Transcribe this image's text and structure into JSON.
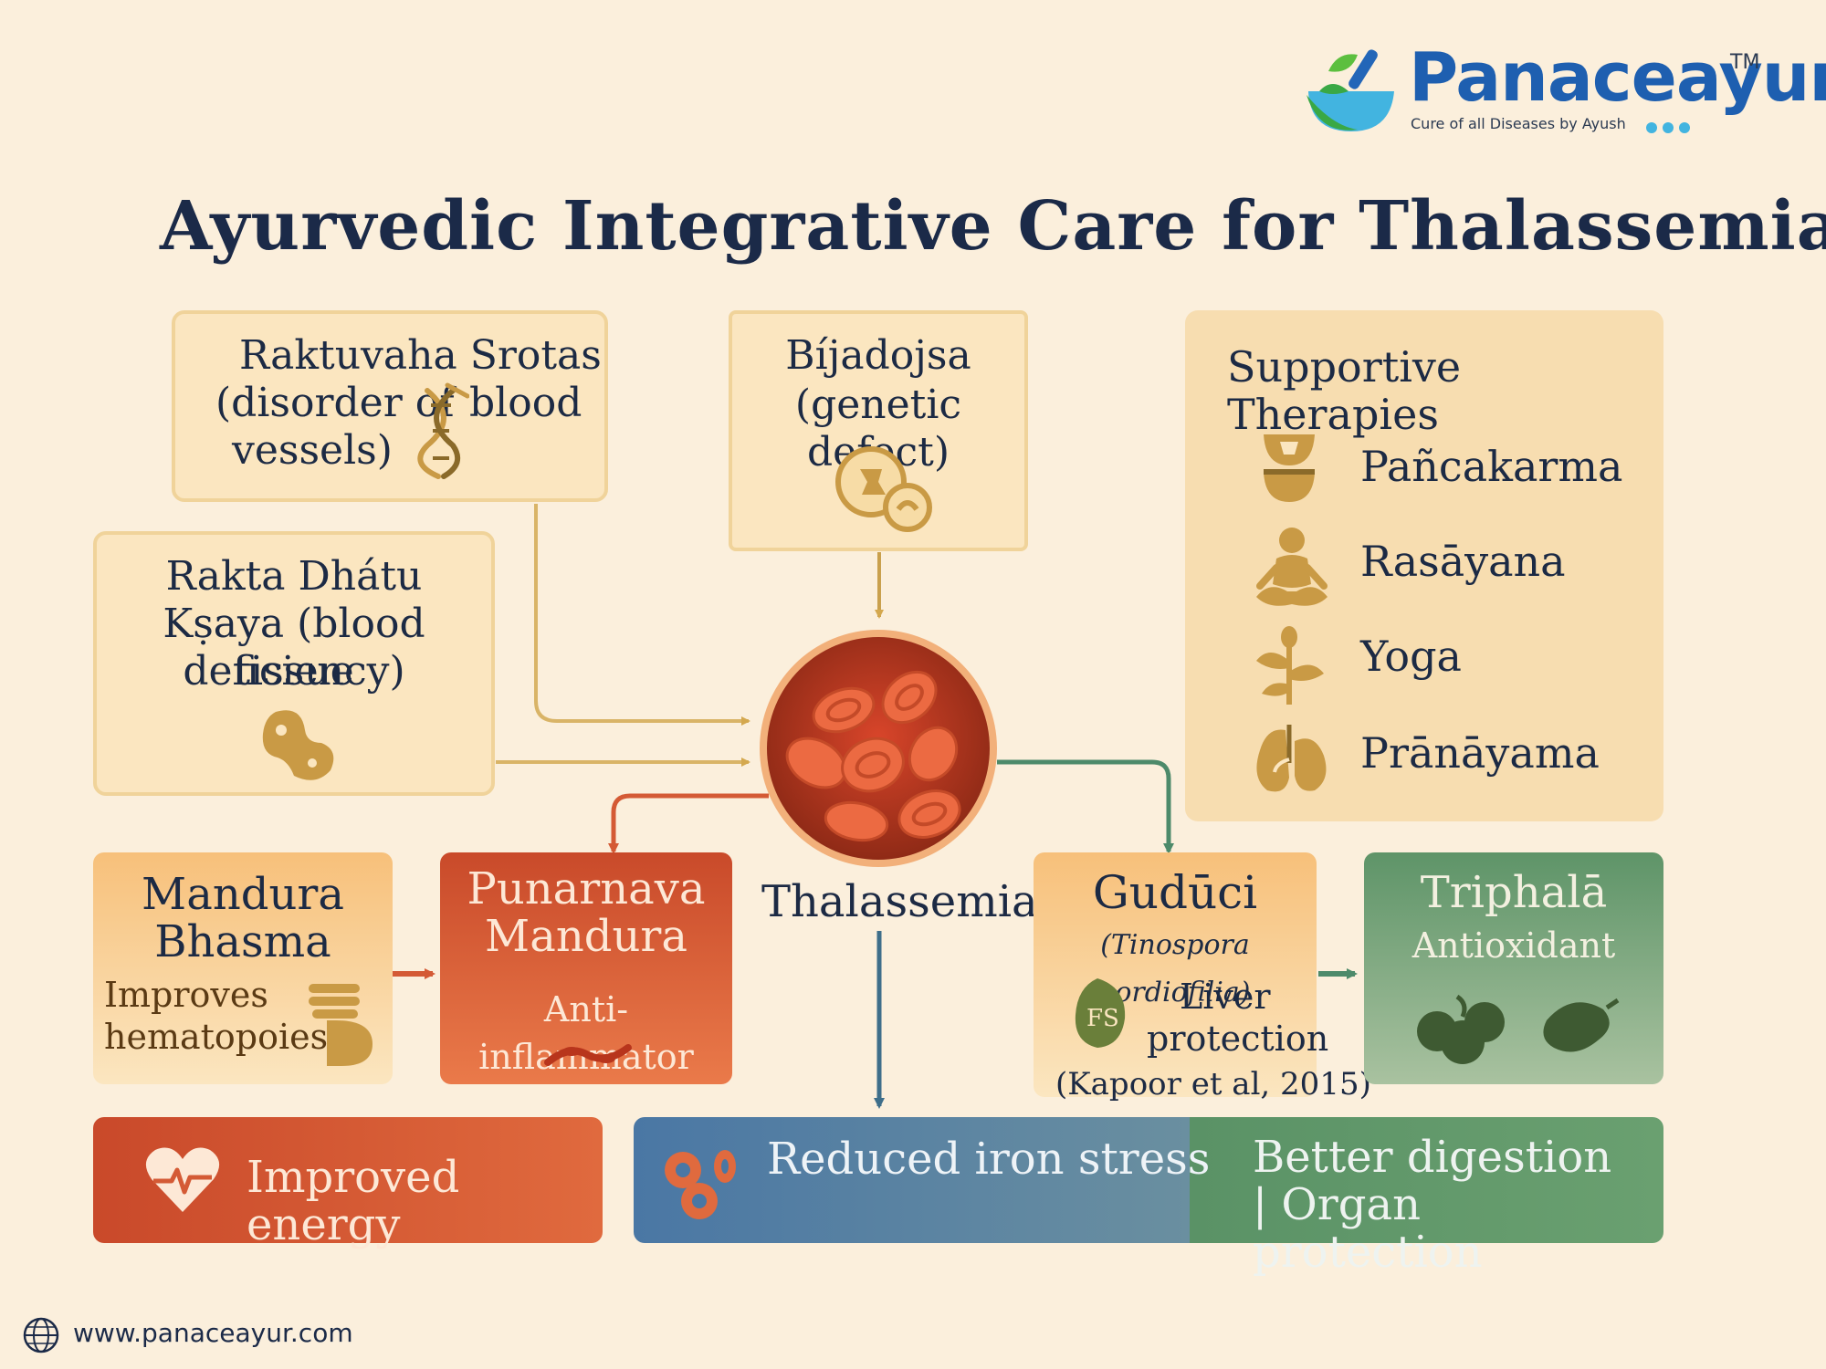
{
  "brand": {
    "name": "Panaceayur",
    "trademark": "TM",
    "tagline": "Cure of all Diseases by Ayush",
    "website": "www.panaceayur.com"
  },
  "title": "Ayurvedic Integrative Care for Thalassemia",
  "causes": {
    "raktuvaha": {
      "line1": "Raktuvaha Srotas",
      "line2a": "(disorder of",
      "line2b": "blood",
      "line3": "vessels)"
    },
    "bijadosa": {
      "line1": "Bíjadojsa",
      "line2": "(genetic defect)"
    },
    "rakta": {
      "line1": "Rakta Dhátu",
      "line2": "Kṣaya (blood tissue",
      "line3": "deficiency)"
    }
  },
  "center_label": "Thalassemia",
  "supportive": {
    "heading": "Supportive Therapies",
    "items": [
      "Pañcakarma",
      "Rasāyana",
      "Yoga",
      "Prānāyama"
    ]
  },
  "treatments": {
    "mandura": {
      "name1": "Mandura",
      "name2": "Bhasma",
      "desc1": "Improves",
      "desc2": "hematopoiesis"
    },
    "punarnava": {
      "name1": "Punarnava",
      "name2": "Mandura",
      "desc": "Anti-inflammator"
    },
    "guduci": {
      "name": "Gudūci",
      "latin": "(Tinospora cordiofilia)",
      "desc1": "Liver",
      "desc2": "protection",
      "cite": "(Kapoor et al, 2015)"
    },
    "triphala": {
      "name": "Triphalā",
      "desc": "Antioxidant"
    }
  },
  "outcomes": {
    "energy": "Improved energy",
    "iron": "Reduced iron stress",
    "digestion1": "Better digestion",
    "digestion2": "| Organ protection"
  },
  "colors": {
    "background": "#fbefdc",
    "cream_box": "#fbe6c0",
    "red": "#cf5a35",
    "blue": "#4f7aa3",
    "green": "#5e9468",
    "gold_icon": "#c99a45",
    "title": "#1b2a48"
  },
  "icons": [
    "dna-icon",
    "cell-icon",
    "kidney-bean-icon",
    "bowl-icon",
    "meditation-icon",
    "herb-icon",
    "lung-icon",
    "heart-pulse-icon",
    "blood-cells-icon",
    "jar-icon",
    "twig-icon",
    "leaf-icon",
    "fruit-icon",
    "globe-icon",
    "mortar-icon"
  ]
}
